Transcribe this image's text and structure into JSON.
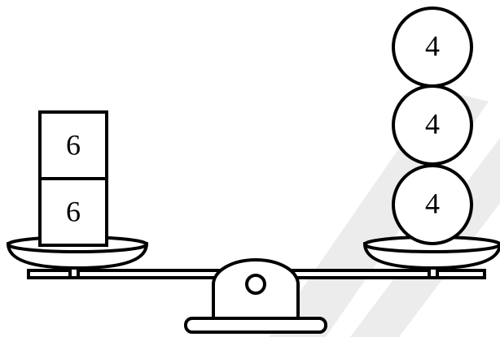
{
  "diagram": {
    "left_pan": {
      "blocks": [
        {
          "value": "6"
        },
        {
          "value": "6"
        }
      ]
    },
    "right_pan": {
      "weights": [
        {
          "value": "4"
        },
        {
          "value": "4"
        },
        {
          "value": "4"
        }
      ]
    }
  }
}
